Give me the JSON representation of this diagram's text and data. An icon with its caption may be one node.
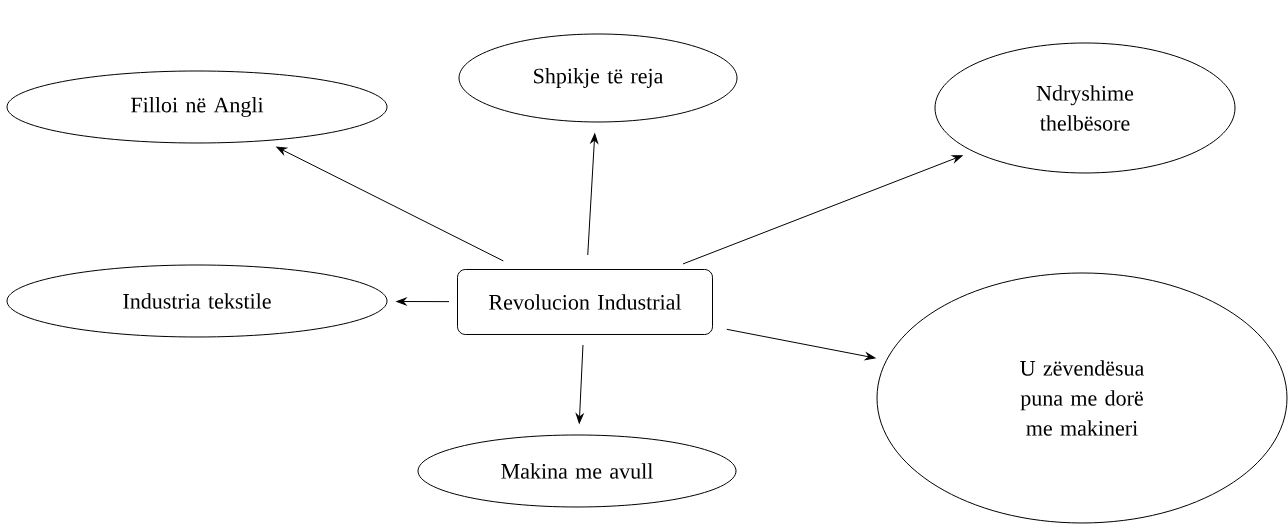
{
  "diagram": {
    "nodes": [
      {
        "text": [
          "Revolucion Industrial"
        ]
      },
      {
        "text": [
          "Filloi në Angli"
        ]
      },
      {
        "text": [
          "Shpikje të reja"
        ]
      },
      {
        "text": [
          "Ndryshime thelbësore"
        ]
      },
      {
        "text": [
          "Industria tekstile"
        ]
      },
      {
        "text": [
          "Makina me avull"
        ]
      },
      {
        "text": [
          "U zëvendësua puna me dorë me makineri"
        ]
      }
    ],
    "edges": [
      {
        "from": 0,
        "to": 1,
        "arrow": "to"
      },
      {
        "from": 0,
        "to": 2,
        "arrow": "to"
      },
      {
        "from": 0,
        "to": 3,
        "arrow": "to"
      },
      {
        "from": 0,
        "to": 4,
        "arrow": "to"
      },
      {
        "from": 0,
        "to": 5,
        "arrow": "to"
      },
      {
        "from": 0,
        "to": 6,
        "arrow": "to"
      }
    ]
  }
}
